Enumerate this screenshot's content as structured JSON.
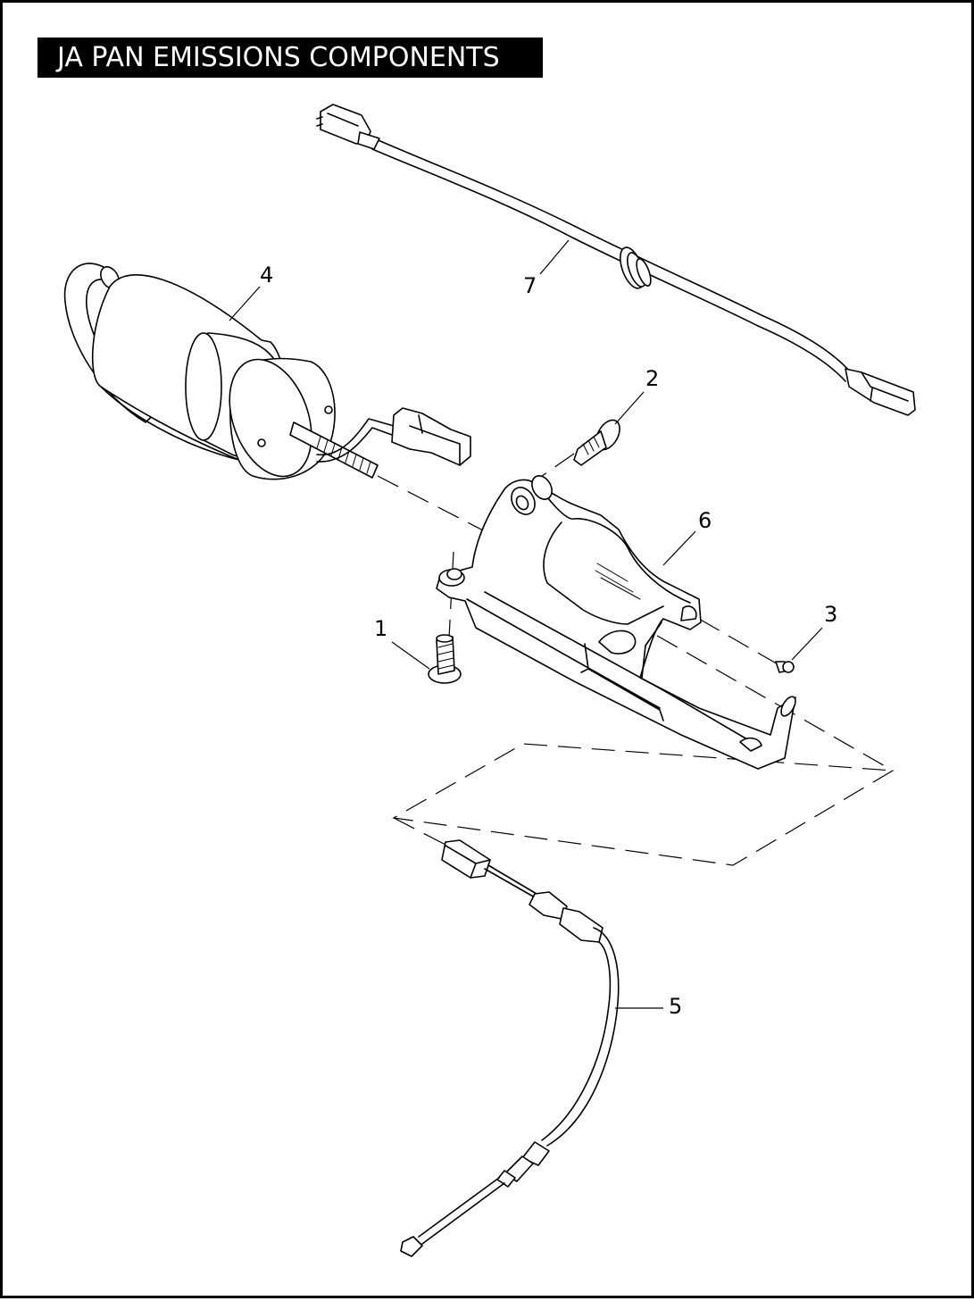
{
  "diagram": {
    "title": "JA PAN EMISSIONS COMPONENTS",
    "callouts": [
      {
        "id": "1",
        "label": "1"
      },
      {
        "id": "2",
        "label": "2"
      },
      {
        "id": "3",
        "label": "3"
      },
      {
        "id": "4",
        "label": "4"
      },
      {
        "id": "5",
        "label": "5"
      },
      {
        "id": "6",
        "label": "6"
      },
      {
        "id": "7",
        "label": "7"
      }
    ]
  }
}
